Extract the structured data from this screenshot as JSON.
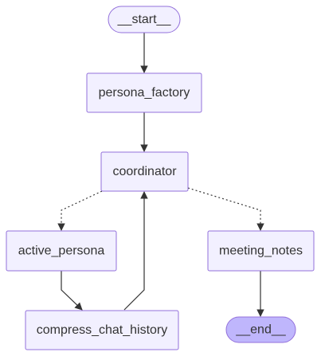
{
  "nodes": {
    "start": {
      "label": "__start__"
    },
    "persona_factory": {
      "label": "persona_factory"
    },
    "coordinator": {
      "label": "coordinator"
    },
    "active_persona": {
      "label": "active_persona"
    },
    "meeting_notes": {
      "label": "meeting_notes"
    },
    "compress_chat_history": {
      "label": "compress_chat_history"
    },
    "end": {
      "label": "__end__"
    }
  },
  "edges": [
    {
      "from": "start",
      "to": "persona_factory",
      "style": "solid"
    },
    {
      "from": "persona_factory",
      "to": "coordinator",
      "style": "solid"
    },
    {
      "from": "coordinator",
      "to": "active_persona",
      "style": "dotted"
    },
    {
      "from": "coordinator",
      "to": "meeting_notes",
      "style": "dotted"
    },
    {
      "from": "active_persona",
      "to": "compress_chat_history",
      "style": "solid"
    },
    {
      "from": "compress_chat_history",
      "to": "coordinator",
      "style": "solid"
    },
    {
      "from": "meeting_notes",
      "to": "end",
      "style": "solid"
    }
  ],
  "colors": {
    "node_fill": "#f2f0ff",
    "node_stroke": "#9370db",
    "end_fill": "#bfb6fc",
    "edge": "#333333",
    "text": "#333333"
  }
}
